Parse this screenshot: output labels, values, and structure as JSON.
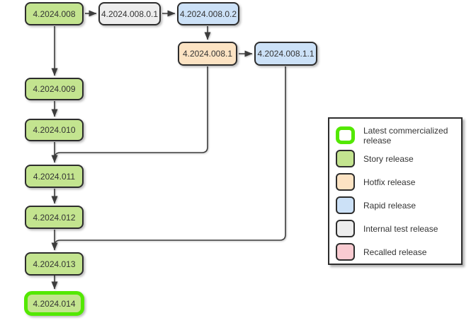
{
  "colors": {
    "story": "#c3e48f",
    "hotfix": "#fce3c3",
    "rapid": "#cce1f7",
    "internal_test": "#ededed",
    "recalled": "#f9cbd1",
    "latest_border": "#53e800",
    "node_border": "#2d2d2d",
    "edge": "#3c3c3c",
    "text": "#333333",
    "white": "#ffffff"
  },
  "diagram": {
    "nodes": [
      {
        "label": "4.2024.008",
        "type": "story"
      },
      {
        "label": "4.2024.008.0.1",
        "type": "internal-test"
      },
      {
        "label": "4.2024.008.0.2",
        "type": "rapid"
      },
      {
        "label": "4.2024.008.1",
        "type": "hotfix"
      },
      {
        "label": "4.2024.008.1.1",
        "type": "rapid"
      },
      {
        "label": "4.2024.009",
        "type": "story"
      },
      {
        "label": "4.2024.010",
        "type": "story"
      },
      {
        "label": "4.2024.011",
        "type": "story"
      },
      {
        "label": "4.2024.012",
        "type": "story"
      },
      {
        "label": "4.2024.013",
        "type": "story"
      },
      {
        "label": "4.2024.014",
        "type": "story latest-commercialized"
      }
    ],
    "edges": [
      {
        "from": "4.2024.008",
        "to": "4.2024.008.0.1"
      },
      {
        "from": "4.2024.008.0.1",
        "to": "4.2024.008.0.2"
      },
      {
        "from": "4.2024.008.0.2",
        "to": "4.2024.008.1"
      },
      {
        "from": "4.2024.008.1",
        "to": "4.2024.008.1.1"
      },
      {
        "from": "4.2024.008",
        "to": "4.2024.009"
      },
      {
        "from": "4.2024.009",
        "to": "4.2024.010"
      },
      {
        "from": "4.2024.010",
        "to": "4.2024.011"
      },
      {
        "from": "4.2024.008.1",
        "to": "4.2024.011"
      },
      {
        "from": "4.2024.011",
        "to": "4.2024.012"
      },
      {
        "from": "4.2024.012",
        "to": "4.2024.013"
      },
      {
        "from": "4.2024.008.1.1",
        "to": "4.2024.013"
      },
      {
        "from": "4.2024.013",
        "to": "4.2024.014"
      }
    ]
  },
  "legend": {
    "items": [
      {
        "label": "Latest commercialized release",
        "type": "latest"
      },
      {
        "label": "Story release",
        "type": "story"
      },
      {
        "label": "Hotfix release",
        "type": "hotfix"
      },
      {
        "label": "Rapid release",
        "type": "rapid"
      },
      {
        "label": "Internal test release",
        "type": "internal-test"
      },
      {
        "label": "Recalled release",
        "type": "recalled"
      }
    ]
  }
}
